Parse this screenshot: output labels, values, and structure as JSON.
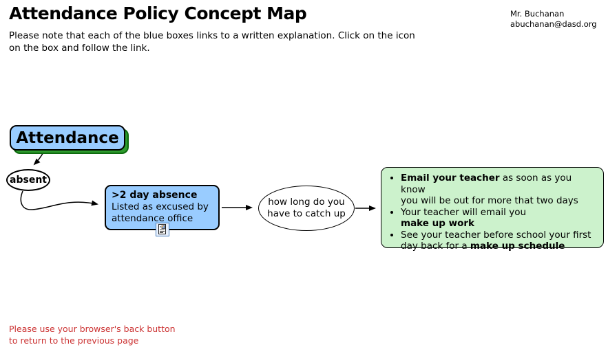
{
  "page": {
    "title": "Attendance Policy Concept Map",
    "intro_note": "Please note that each of the blue boxes links to a written explanation. Click on the icon\non the box and follow the link.",
    "author_name": "Mr. Buchanan",
    "author_email": "abuchanan@dasd.org",
    "footer_note": "Please use your browser's back button\nto return to the previous page"
  },
  "colors": {
    "node_blue_fill": "#99ccff",
    "attendance_shadow_green": "#2e9b2e",
    "info_box_green_fill": "#ccf2cc",
    "footer_red": "#cc3333",
    "connector_black": "#000000"
  },
  "diagram": {
    "attendance_node": {
      "label": "Attendance"
    },
    "absent_node": {
      "label": "absent"
    },
    "absence_box": {
      "title": ">2 day absence",
      "body": "Listed as excused by\nattendance office",
      "icon": "document-link-icon"
    },
    "catchup_ellipse": {
      "label": "how long do you\nhave to catch up"
    },
    "info_box": {
      "bullets": [
        [
          {
            "text": "Email your teacher",
            "bold": true
          },
          {
            "text": " as soon as you know\nyou will be out for more that two days",
            "bold": false
          }
        ],
        [
          {
            "text": "Your teacher will email you\n",
            "bold": false
          },
          {
            "text": "make up work",
            "bold": true
          }
        ],
        [
          {
            "text": "See your teacher before school your first\nday back for a ",
            "bold": false
          },
          {
            "text": "make up schedule",
            "bold": true
          }
        ]
      ]
    }
  }
}
